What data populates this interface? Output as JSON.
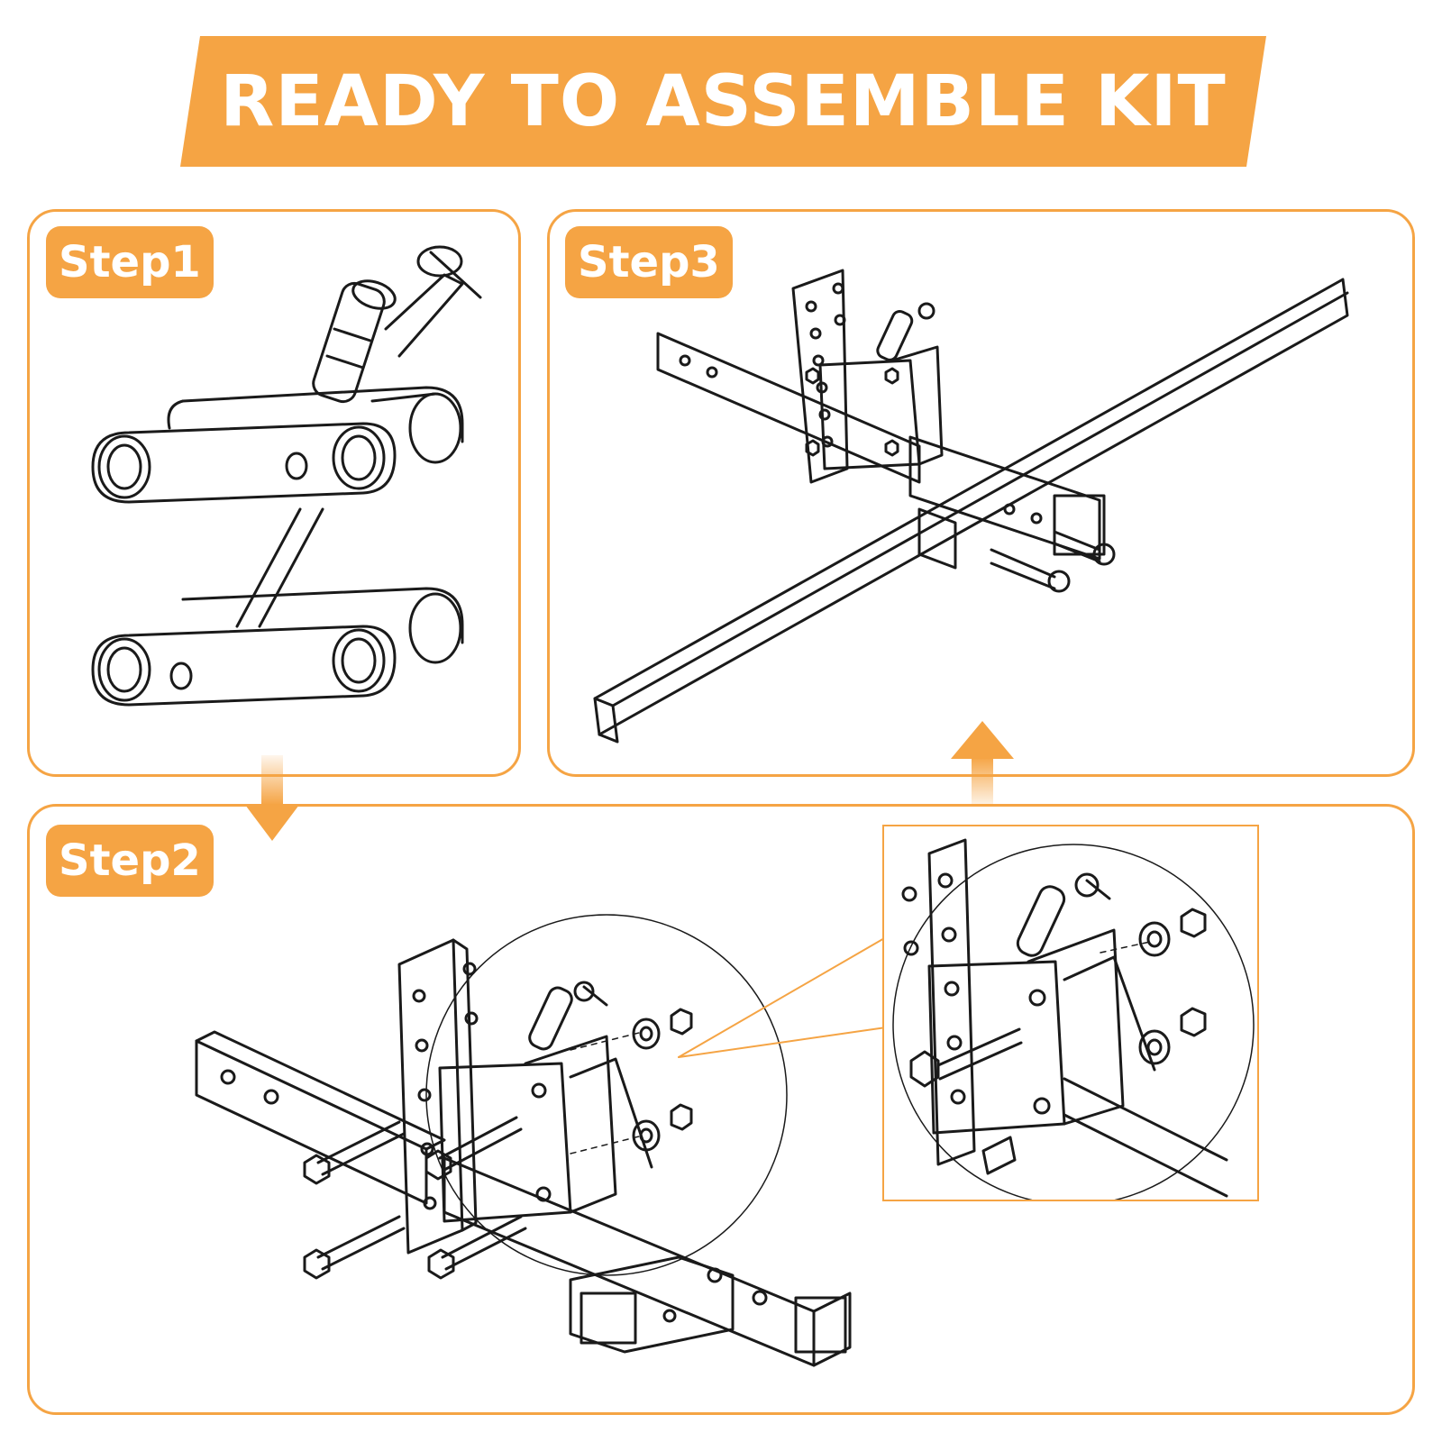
{
  "banner": {
    "title": "READY TO ASSEMBLE KIT"
  },
  "steps": {
    "step1": {
      "label": "Step1"
    },
    "step2": {
      "label": "Step2"
    },
    "step3": {
      "label": "Step3"
    }
  },
  "colors": {
    "accent": "#F5A444",
    "line": "#1a1a1a",
    "background": "#ffffff"
  },
  "icons": {
    "down_arrow": "arrow-down-icon",
    "up_arrow": "arrow-up-icon"
  }
}
